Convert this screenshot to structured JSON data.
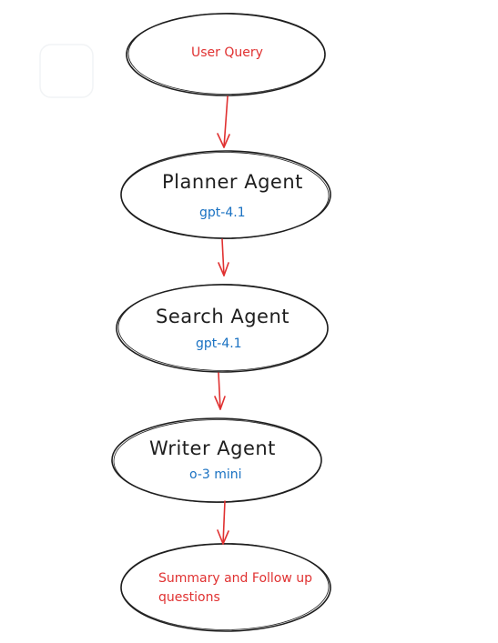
{
  "diagram": {
    "colors": {
      "stroke": "#1e1e1e",
      "arrow": "#e03131",
      "title_text": "#1e1e1e",
      "model_text": "#1971c2",
      "highlight_text": "#e03131",
      "background": "#ffffff",
      "faint_box": "#f1f3f5"
    },
    "nodes": {
      "user_query": {
        "title": "User Query"
      },
      "planner": {
        "title": "Planner Agent",
        "model": "gpt-4.1"
      },
      "search": {
        "title": "Search Agent",
        "model": "gpt-4.1"
      },
      "writer": {
        "title": "Writer Agent",
        "model": "o-3 mini"
      },
      "summary": {
        "title": "Summary and Follow up questions"
      }
    }
  }
}
